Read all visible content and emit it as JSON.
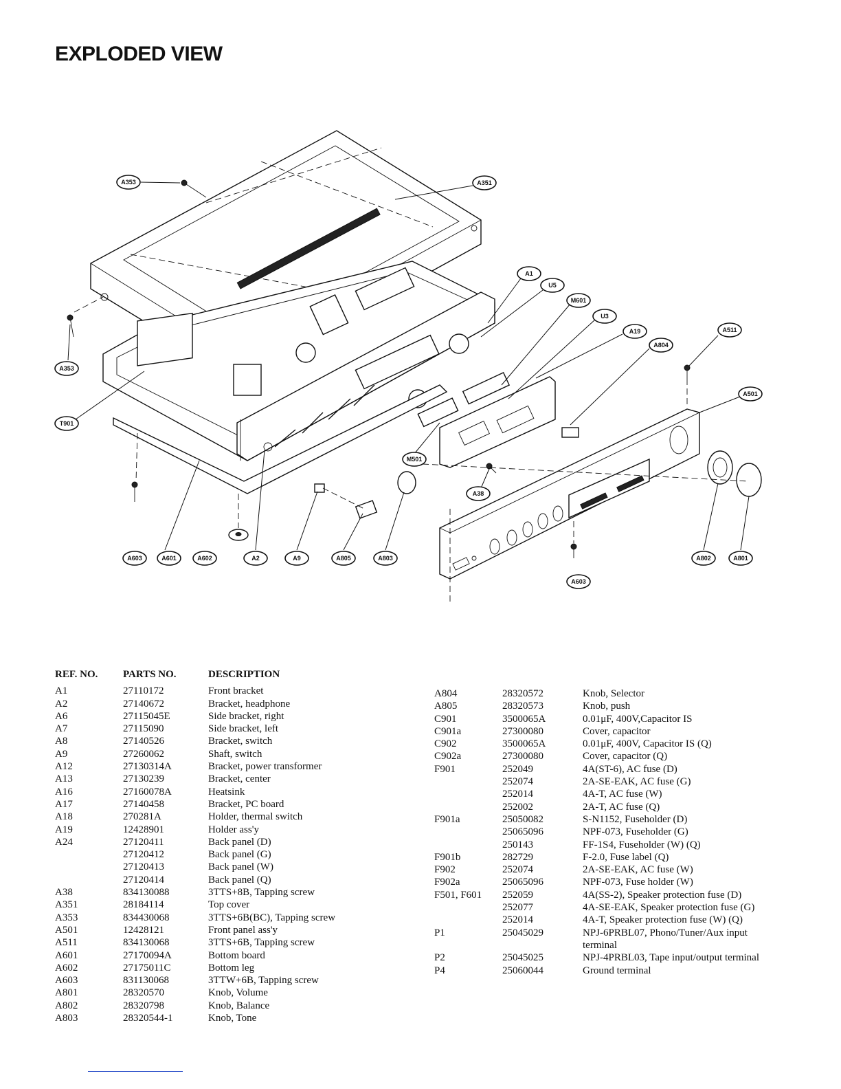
{
  "title": "EXPLODED VIEW",
  "diagram": {
    "callouts": [
      "A353",
      "A351",
      "A353",
      "T901",
      "A1",
      "U5",
      "M601",
      "U3",
      "A19",
      "A804",
      "A511",
      "A501",
      "M501",
      "A38",
      "A603",
      "A601",
      "A602",
      "A2",
      "A9",
      "A805",
      "A803",
      "A603",
      "A802",
      "A801"
    ]
  },
  "headers": {
    "ref": "REF. NO.",
    "parts": "PARTS NO.",
    "desc": "DESCRIPTION"
  },
  "left_rows": [
    {
      "ref": "A1",
      "parts": "27110172",
      "desc": "Front bracket"
    },
    {
      "ref": "A2",
      "parts": "27140672",
      "desc": "Bracket, headphone"
    },
    {
      "ref": "A6",
      "parts": "27115045E",
      "desc": "Side bracket, right"
    },
    {
      "ref": "A7",
      "parts": "27115090",
      "desc": "Side bracket, left"
    },
    {
      "ref": "A8",
      "parts": "27140526",
      "desc": "Bracket, switch"
    },
    {
      "ref": "A9",
      "parts": "27260062",
      "desc": "Shaft, switch"
    },
    {
      "ref": "A12",
      "parts": "27130314A",
      "desc": "Bracket, power transformer"
    },
    {
      "ref": "A13",
      "parts": "27130239",
      "desc": "Bracket, center"
    },
    {
      "ref": "A16",
      "parts": "27160078A",
      "desc": "Heatsink"
    },
    {
      "ref": "A17",
      "parts": "27140458",
      "desc": "Bracket, PC board"
    },
    {
      "ref": "A18",
      "parts": "270281A",
      "desc": "Holder, thermal switch"
    },
    {
      "ref": "A19",
      "parts": "12428901",
      "desc": "Holder ass'y"
    },
    {
      "ref": "A24",
      "parts": "27120411",
      "desc": "Back panel (D)"
    },
    {
      "ref": "",
      "parts": "27120412",
      "desc": "Back panel (G)"
    },
    {
      "ref": "",
      "parts": "27120413",
      "desc": "Back panel (W)"
    },
    {
      "ref": "",
      "parts": "27120414",
      "desc": "Back panel (Q)"
    },
    {
      "ref": "A38",
      "parts": "834130088",
      "desc": "3TTS+8B, Tapping screw"
    },
    {
      "ref": "A351",
      "parts": "28184114",
      "desc": "Top cover"
    },
    {
      "ref": "A353",
      "parts": "834430068",
      "desc": "3TTS+6B(BC), Tapping screw"
    },
    {
      "ref": "A501",
      "parts": "12428121",
      "desc": "Front panel ass'y"
    },
    {
      "ref": "A511",
      "parts": "834130068",
      "desc": "3TTS+6B, Tapping screw"
    },
    {
      "ref": "A601",
      "parts": "27170094A",
      "desc": "Bottom board"
    },
    {
      "ref": "A602",
      "parts": "27175011C",
      "desc": "Bottom leg"
    },
    {
      "ref": "A603",
      "parts": "831130068",
      "desc": "3TTW+6B, Tapping screw"
    },
    {
      "ref": "A801",
      "parts": "28320570",
      "desc": "Knob, Volume"
    },
    {
      "ref": "A802",
      "parts": "28320798",
      "desc": "Knob, Balance"
    },
    {
      "ref": "A803",
      "parts": "28320544-1",
      "desc": "Knob, Tone"
    }
  ],
  "right_rows": [
    {
      "ref": "A804",
      "parts": "28320572",
      "desc": "Knob, Selector"
    },
    {
      "ref": "A805",
      "parts": "28320573",
      "desc": "Knob, push"
    },
    {
      "ref": "C901",
      "parts": "3500065A",
      "desc": "0.01μF, 400V,Capacitor IS"
    },
    {
      "ref": "C901a",
      "parts": "27300080",
      "desc": "Cover, capacitor"
    },
    {
      "ref": "C902",
      "parts": "3500065A",
      "desc": "0.01μF, 400V, Capacitor IS (Q)"
    },
    {
      "ref": "C902a",
      "parts": "27300080",
      "desc": "Cover, capacitor (Q)"
    },
    {
      "ref": "F901",
      "parts": "252049",
      "desc": "4A(ST-6), AC fuse (D)"
    },
    {
      "ref": "",
      "parts": "252074",
      "desc": "2A-SE-EAK, AC fuse (G)"
    },
    {
      "ref": "",
      "parts": "252014",
      "desc": "4A-T, AC fuse (W)"
    },
    {
      "ref": "",
      "parts": "252002",
      "desc": "2A-T, AC fuse (Q)"
    },
    {
      "ref": "F901a",
      "parts": "25050082",
      "desc": "S-N1152, Fuseholder (D)"
    },
    {
      "ref": "",
      "parts": "25065096",
      "desc": "NPF-073, Fuseholder (G)"
    },
    {
      "ref": "",
      "parts": "250143",
      "desc": "FF-1S4, Fuseholder (W) (Q)"
    },
    {
      "ref": "F901b",
      "parts": "282729",
      "desc": "F-2.0, Fuse label (Q)"
    },
    {
      "ref": "F902",
      "parts": "252074",
      "desc": "2A-SE-EAK, AC fuse (W)"
    },
    {
      "ref": "F902a",
      "parts": "25065096",
      "desc": "NPF-073, Fuse holder (W)"
    },
    {
      "ref": "F501, F601",
      "parts": "252059",
      "desc": "4A(SS-2), Speaker protection fuse (D)"
    },
    {
      "ref": "",
      "parts": "252077",
      "desc": "4A-SE-EAK, Speaker protection fuse (G)"
    },
    {
      "ref": "",
      "parts": "252014",
      "desc": "4A-T, Speaker protection fuse (W) (Q)"
    },
    {
      "ref": "P1",
      "parts": "25045029",
      "desc": "NPJ-6PRBL07, Phono/Tuner/Aux input terminal"
    },
    {
      "ref": "P2",
      "parts": "25045025",
      "desc": "NPJ-4PRBL03, Tape input/output terminal"
    },
    {
      "ref": "P4",
      "parts": "25060044",
      "desc": "Ground terminal"
    }
  ]
}
